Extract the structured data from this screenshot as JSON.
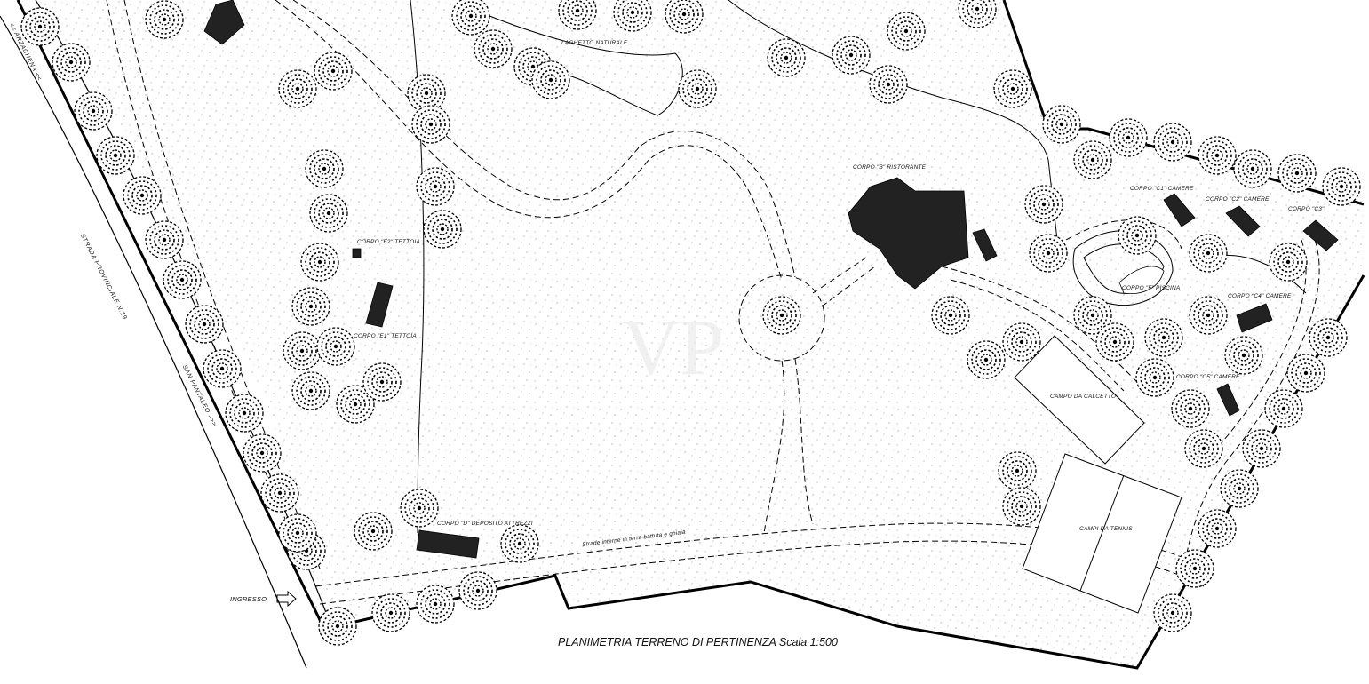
{
  "caption": "PLANIMETRIA TERRENO DI PERTINENZA Scala 1:500",
  "watermark": "VP",
  "road_labels": {
    "road_1": "STRADA PROVINCIALE N.19",
    "road_2": "SAN PANTALEO >>>",
    "road_3": "<< ARZACHENA <<",
    "internal_roads": "Strade interne in terra battuta e ghiaia"
  },
  "labels": {
    "laghetto": "LAGHETTO NATURALE",
    "ristorante": "CORPO \"B\" RISTORANTE",
    "c1": "CORPO \"C1\" CAMERE",
    "c2": "CORPO \"C2\" CAMERE",
    "c3": "CORPO \"C3\"",
    "c4": "CORPO \"C4\" CAMERE",
    "c5": "CORPO \"C5\" CAMERE",
    "piscina": "CORPO \"F\" PISCINA",
    "e2": "CORPO \"E2\" TETTOIA",
    "e1": "CORPO \"E1\" TETTOIA",
    "d": "CORPO \"D\" DEPOSITO ATTREZZI",
    "calcetto": "CAMPO DA CALCETTO",
    "tennis": "CAMPI DA TENNIS",
    "ingresso": "INGRESSO"
  }
}
